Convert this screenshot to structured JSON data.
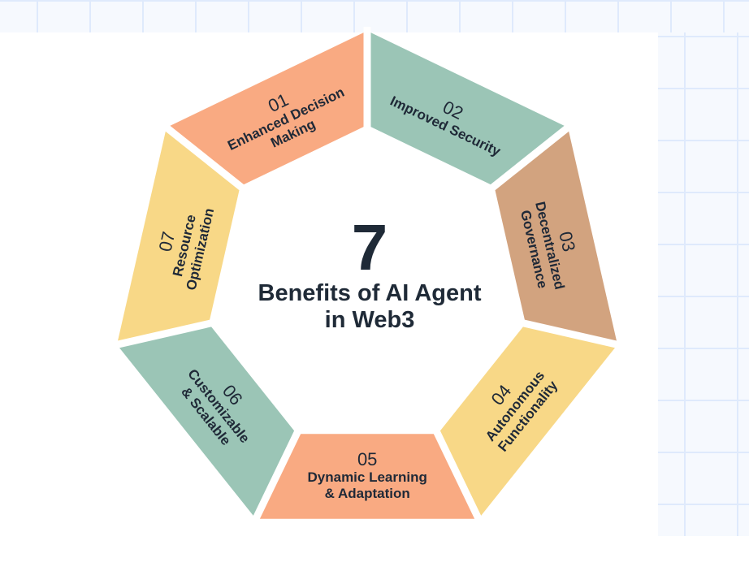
{
  "center": {
    "number": "7",
    "title_line1": "Benefits of AI Agent",
    "title_line2": "in Web3"
  },
  "colors": {
    "salmon": "#F9AA82",
    "teal": "#9BC5B6",
    "tan": "#D2A37F",
    "yellow": "#F8D887"
  },
  "segments": [
    {
      "number": "01",
      "lines": [
        "Enhanced Decision",
        "Making"
      ],
      "color": "#F9AA82"
    },
    {
      "number": "02",
      "lines": [
        "Improved Security"
      ],
      "color": "#9BC5B6"
    },
    {
      "number": "03",
      "lines": [
        "Decentralized",
        "Governance"
      ],
      "color": "#D2A37F"
    },
    {
      "number": "04",
      "lines": [
        "Autonomous",
        "Functionality"
      ],
      "color": "#F8D887"
    },
    {
      "number": "05",
      "lines": [
        "Dynamic Learning",
        "& Adaptation"
      ],
      "color": "#F9AA82"
    },
    {
      "number": "06",
      "lines": [
        "Customizable",
        "& Scalable"
      ],
      "color": "#9BC5B6"
    },
    {
      "number": "07",
      "lines": [
        "Resource",
        "Optimization"
      ],
      "color": "#F8D887"
    }
  ]
}
